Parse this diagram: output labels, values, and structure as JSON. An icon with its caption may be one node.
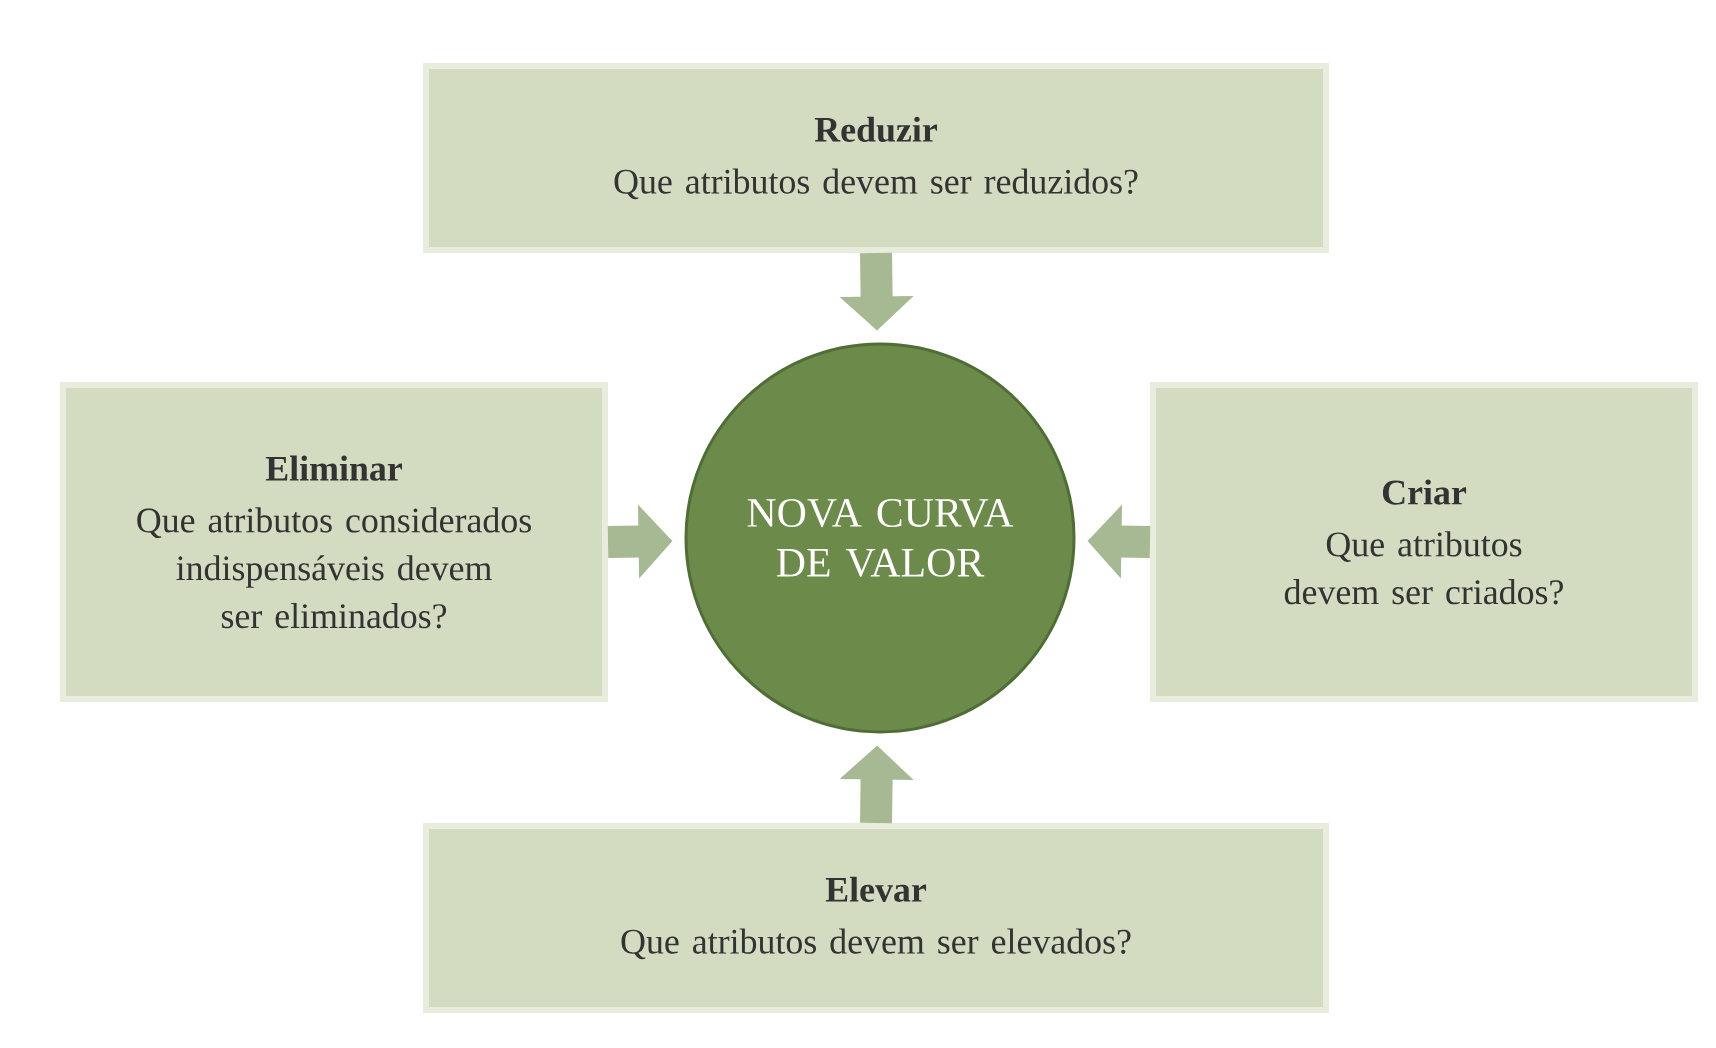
{
  "diagram": {
    "nodes": [
      {
        "text": [
          "Reduzir",
          "Que atributos devem ser reduzidos?"
        ]
      },
      {
        "text": [
          "Eliminar",
          "Que atributos considerados indispensáveis devem ser eliminados?"
        ]
      },
      {
        "text": [
          "NOVA CURVA DE VALOR"
        ]
      },
      {
        "text": [
          "Criar",
          "Que atributos devem ser criados?"
        ]
      },
      {
        "text": [
          "Elevar",
          "Que atributos devem ser elevados?"
        ]
      }
    ],
    "edges": [
      {
        "from": 0,
        "to": 2,
        "arrow": "to"
      },
      {
        "from": 1,
        "to": 2,
        "arrow": "to"
      },
      {
        "from": 3,
        "to": 2,
        "arrow": "to"
      },
      {
        "from": 4,
        "to": 2,
        "arrow": "to"
      }
    ]
  }
}
